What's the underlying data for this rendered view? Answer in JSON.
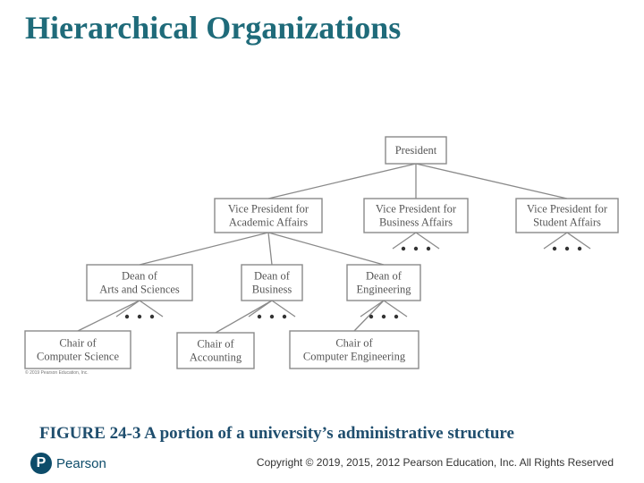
{
  "slide": {
    "title": "Hierarchical Organizations",
    "figure_copyright": "© 2019 Pearson Education, Inc.",
    "caption": "FIGURE 24-3 A portion of a university’s administrative structure",
    "brand": "Pearson",
    "brand_initial": "P",
    "copyright": "Copyright © 2019, 2015, 2012 Pearson Education, Inc. All Rights Reserved"
  },
  "org_chart": {
    "nodes": [
      {
        "id": "president",
        "lines": [
          "President"
        ]
      },
      {
        "id": "vp-academic",
        "lines": [
          "Vice President for",
          "Academic Affairs"
        ]
      },
      {
        "id": "vp-business",
        "lines": [
          "Vice President for",
          "Business Affairs"
        ]
      },
      {
        "id": "vp-student",
        "lines": [
          "Vice President for",
          "Student Affairs"
        ]
      },
      {
        "id": "dean-arts",
        "lines": [
          "Dean of",
          "Arts and Sciences"
        ]
      },
      {
        "id": "dean-business",
        "lines": [
          "Dean of",
          "Business"
        ]
      },
      {
        "id": "dean-engineering",
        "lines": [
          "Dean of",
          "Engineering"
        ]
      },
      {
        "id": "chair-cs",
        "lines": [
          "Chair of",
          "Computer Science"
        ]
      },
      {
        "id": "chair-accounting",
        "lines": [
          "Chair of",
          "Accounting"
        ]
      },
      {
        "id": "chair-ce",
        "lines": [
          "Chair of",
          "Computer Engineering"
        ]
      }
    ],
    "edges": [
      [
        "president",
        "vp-academic"
      ],
      [
        "president",
        "vp-business"
      ],
      [
        "president",
        "vp-student"
      ],
      [
        "vp-academic",
        "dean-arts"
      ],
      [
        "vp-academic",
        "dean-business"
      ],
      [
        "vp-academic",
        "dean-engineering"
      ],
      [
        "dean-arts",
        "chair-cs"
      ],
      [
        "dean-business",
        "chair-accounting"
      ],
      [
        "dean-engineering",
        "chair-ce"
      ]
    ],
    "ellipsis_under": [
      "vp-business",
      "vp-student",
      "dean-arts",
      "dean-business",
      "dean-engineering"
    ]
  }
}
